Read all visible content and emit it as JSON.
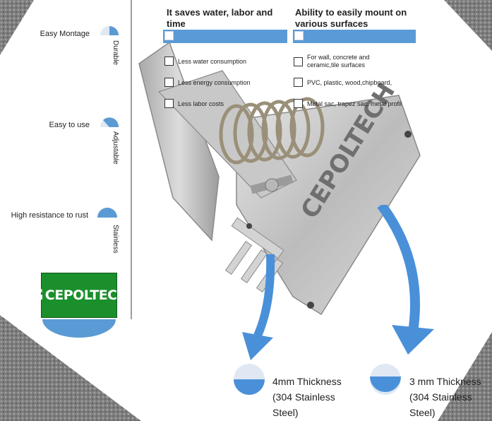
{
  "features": [
    {
      "label": "Easy Montage",
      "tag": "Durable",
      "fill": 0.6
    },
    {
      "label": "Easy to use",
      "tag": "Adjustable",
      "fill": 0.7
    },
    {
      "label": "High resistance to rust",
      "tag": "Stainless",
      "fill": 1.0
    }
  ],
  "logo": {
    "text": "CEPOLTECH",
    "mark": "G"
  },
  "columns": [
    {
      "title_line1": "It saves water, labor and",
      "title_line2": "time",
      "items": [
        "Less water consumption",
        "Less energy consumption",
        "Less labor costs"
      ]
    },
    {
      "title_line1": "Ability to easily mount on",
      "title_line2": "various surfaces",
      "items_line1": [
        "For wall, concrete and",
        "PVC, plastic, wood,chipboard,",
        "Metal sac, trapez sac, metal profil"
      ],
      "items_line2": [
        "ceramic,tile surfaces",
        "",
        ""
      ]
    }
  ],
  "thickness": [
    {
      "line1": "4mm Thickness",
      "line2": "(304 Stainless",
      "line3": "Steel)"
    },
    {
      "line1": "3 mm Thickness",
      "line2": "(304 Stainless",
      "line3": "Steel)"
    }
  ],
  "colors": {
    "accent": "#5b9bd5",
    "logo_green": "#1a8f2b",
    "arrow_blue": "#4a90d9"
  }
}
